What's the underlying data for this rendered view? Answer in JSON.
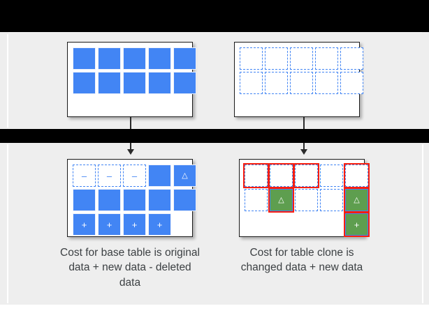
{
  "diagram": {
    "title_visible": false,
    "background_color": "#eeeeee",
    "accent_blue": "#4285f4",
    "accent_green": "#5e9e4f",
    "accent_red": "#fa1e0e",
    "border_color": "#1a1a1a"
  },
  "glyphs": {
    "minus": "–",
    "plus": "+",
    "delta": "△"
  },
  "tables": {
    "base_source": {
      "name": "base-table-source",
      "rows": [
        [
          "filled",
          "filled",
          "filled",
          "filled",
          "filled"
        ],
        [
          "filled",
          "filled",
          "filled",
          "filled",
          "filled"
        ]
      ]
    },
    "clone_source": {
      "name": "clone-table-source",
      "rows": [
        [
          "dashed",
          "dashed",
          "dashed",
          "dashed",
          "dashed"
        ],
        [
          "dashed",
          "dashed",
          "dashed",
          "dashed",
          "dashed"
        ]
      ]
    },
    "base_result": {
      "name": "base-table-result",
      "rows": [
        [
          {
            "style": "dashed",
            "glyph": "minus",
            "glyph_color": "blue",
            "red": false
          },
          {
            "style": "dashed",
            "glyph": "minus",
            "glyph_color": "blue",
            "red": false
          },
          {
            "style": "dashed",
            "glyph": "minus",
            "glyph_color": "blue",
            "red": false
          },
          {
            "style": "filled",
            "glyph": "",
            "glyph_color": "white",
            "red": false
          },
          {
            "style": "filled",
            "glyph": "delta",
            "glyph_color": "white",
            "red": false
          }
        ],
        [
          {
            "style": "filled",
            "glyph": "",
            "glyph_color": "white",
            "red": false
          },
          {
            "style": "filled",
            "glyph": "",
            "glyph_color": "white",
            "red": false
          },
          {
            "style": "filled",
            "glyph": "",
            "glyph_color": "white",
            "red": false
          },
          {
            "style": "filled",
            "glyph": "",
            "glyph_color": "white",
            "red": false
          },
          {
            "style": "filled",
            "glyph": "",
            "glyph_color": "white",
            "red": false
          }
        ],
        [
          {
            "style": "filled",
            "glyph": "plus",
            "glyph_color": "white",
            "red": false
          },
          {
            "style": "filled",
            "glyph": "plus",
            "glyph_color": "white",
            "red": false
          },
          {
            "style": "filled",
            "glyph": "plus",
            "glyph_color": "white",
            "red": false
          },
          {
            "style": "filled",
            "glyph": "plus",
            "glyph_color": "white",
            "red": false
          },
          {
            "style": "empty",
            "glyph": "",
            "glyph_color": "white",
            "red": false
          }
        ]
      ]
    },
    "clone_result": {
      "name": "clone-table-result",
      "rows": [
        [
          {
            "style": "dashed",
            "glyph": "",
            "glyph_color": "blue",
            "red": true
          },
          {
            "style": "dashed",
            "glyph": "",
            "glyph_color": "blue",
            "red": true
          },
          {
            "style": "dashed",
            "glyph": "",
            "glyph_color": "blue",
            "red": true
          },
          {
            "style": "dashed",
            "glyph": "",
            "glyph_color": "blue",
            "red": false
          },
          {
            "style": "dashed",
            "glyph": "",
            "glyph_color": "blue",
            "red": true
          }
        ],
        [
          {
            "style": "dashed",
            "glyph": "",
            "glyph_color": "blue",
            "red": false
          },
          {
            "style": "green",
            "glyph": "delta",
            "glyph_color": "white",
            "red": true
          },
          {
            "style": "dashed",
            "glyph": "",
            "glyph_color": "blue",
            "red": false
          },
          {
            "style": "dashed",
            "glyph": "",
            "glyph_color": "blue",
            "red": false
          },
          {
            "style": "green",
            "glyph": "delta",
            "glyph_color": "white",
            "red": true
          }
        ],
        [
          {
            "style": "empty",
            "glyph": "",
            "glyph_color": "white",
            "red": false
          },
          {
            "style": "empty",
            "glyph": "",
            "glyph_color": "white",
            "red": false
          },
          {
            "style": "empty",
            "glyph": "",
            "glyph_color": "white",
            "red": false
          },
          {
            "style": "empty",
            "glyph": "",
            "glyph_color": "white",
            "red": false
          },
          {
            "style": "green",
            "glyph": "plus",
            "glyph_color": "white",
            "red": true
          }
        ]
      ]
    }
  },
  "captions": {
    "base": "Cost for base table is original data + new data - deleted data",
    "clone": "Cost for table clone is changed data + new data"
  },
  "arrows": [
    {
      "name": "arrow-base"
    },
    {
      "name": "arrow-clone"
    }
  ]
}
